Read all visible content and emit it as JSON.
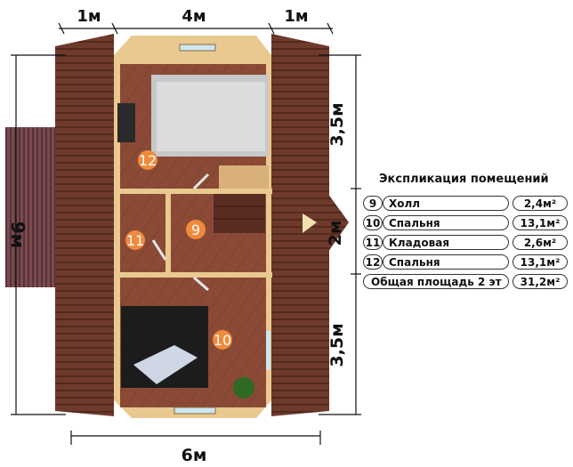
{
  "dimensions": {
    "top_left": "1м",
    "top_center": "4м",
    "top_right": "1м",
    "left": "9м",
    "right_upper": "3,5м",
    "right_middle": "2м",
    "right_lower": "3,5м",
    "bottom": "6м"
  },
  "rooms": [
    {
      "num": "12",
      "name": "Спальня"
    },
    {
      "num": "11",
      "name": "Кладовая"
    },
    {
      "num": "9",
      "name": "Холл"
    },
    {
      "num": "10",
      "name": "Спальня"
    }
  ],
  "legend": {
    "title": "Экспликация помещений",
    "rows": [
      {
        "num": "9",
        "name": "Холл",
        "area": "2,4м²"
      },
      {
        "num": "10",
        "name": "Спальня",
        "area": "13,1м²"
      },
      {
        "num": "11",
        "name": "Кладовая",
        "area": "2,6м²"
      },
      {
        "num": "12",
        "name": "Спальня",
        "area": "13,1м²"
      }
    ],
    "total_label": "Общая площадь 2 эт",
    "total_area": "31,2м²"
  },
  "colors": {
    "roof": "#6e3a2c",
    "floor": "#8a4a36",
    "wall": "#e9c98f",
    "marker": "#f08a3c"
  }
}
